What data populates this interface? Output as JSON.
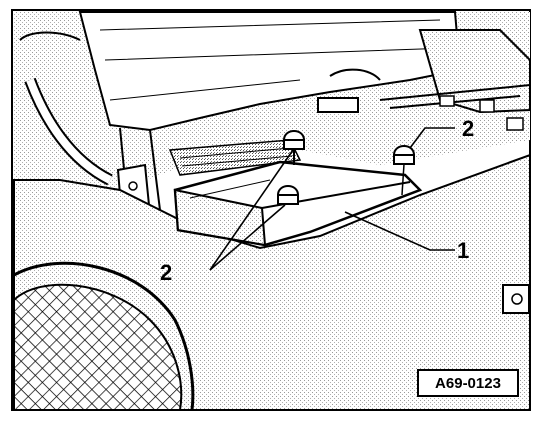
{
  "figure": {
    "reference_code": "A69-0123",
    "callouts": {
      "label_1": "1",
      "label_2_upper": "2",
      "label_2_lower": "2"
    },
    "colors": {
      "ink": "#000000",
      "paper": "#ffffff",
      "stipple": "#b8b8b8"
    }
  }
}
